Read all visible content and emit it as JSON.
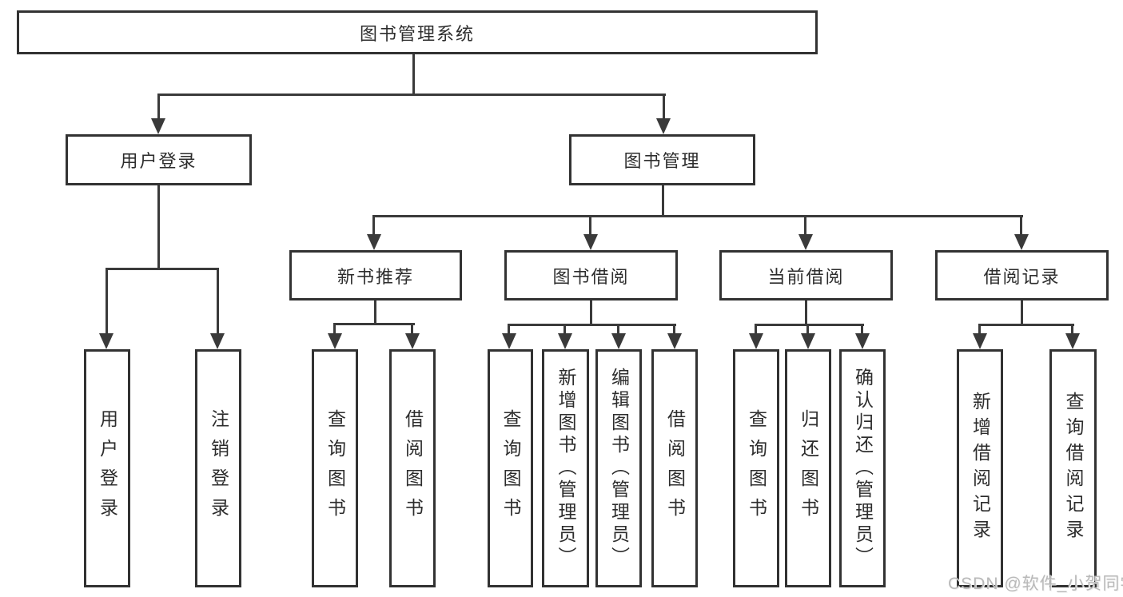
{
  "colors": {
    "line": "#3a3a3a",
    "box_border": "#323232",
    "box_background": "#ffffff",
    "text": "#2d2d2d",
    "page_background": "#ffffff",
    "watermark": "#b9b9b9"
  },
  "watermark": {
    "text": "CSDN @软件_小贺同学"
  },
  "tree": {
    "root": {
      "label": "图书管理系统",
      "children": [
        {
          "label": "用户登录",
          "children": [
            {
              "label": "用户登录"
            },
            {
              "label": "注销登录"
            }
          ]
        },
        {
          "label": "图书管理",
          "children": [
            {
              "label": "新书推荐",
              "children": [
                {
                  "label": "查询图书"
                },
                {
                  "label": "借阅图书"
                }
              ]
            },
            {
              "label": "图书借阅",
              "children": [
                {
                  "label": "查询图书"
                },
                {
                  "label": "新增图书（管理员）"
                },
                {
                  "label": "编辑图书（管理员）"
                },
                {
                  "label": "借阅图书"
                }
              ]
            },
            {
              "label": "当前借阅",
              "children": [
                {
                  "label": "查询图书"
                },
                {
                  "label": "归还图书"
                },
                {
                  "label": "确认归还（管理员）"
                }
              ]
            },
            {
              "label": "借阅记录",
              "children": [
                {
                  "label": "新增借阅记录"
                },
                {
                  "label": "查询借阅记录"
                }
              ]
            }
          ]
        }
      ]
    }
  }
}
